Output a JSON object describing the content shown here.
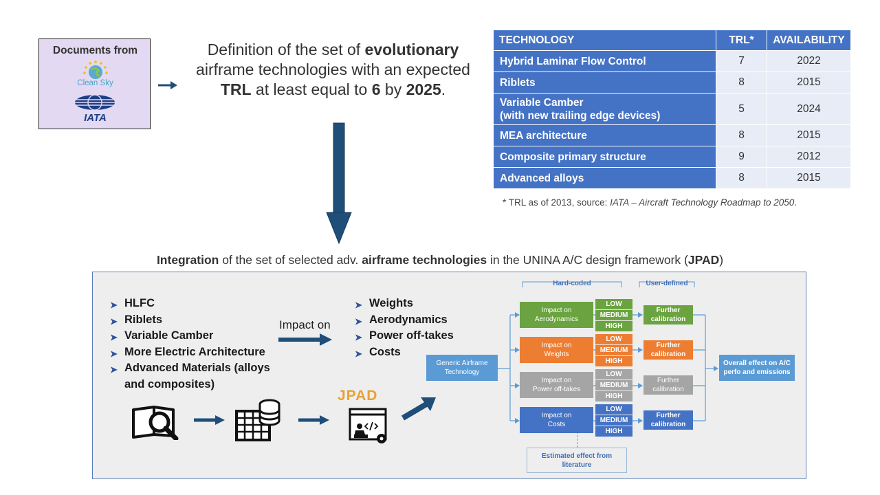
{
  "docs": {
    "title": "Documents from",
    "cleansky": "Clean Sky",
    "iata": "IATA"
  },
  "definition": {
    "line1_pre": "Definition of the set of ",
    "line1_bold": "evolutionary",
    "line2": "airframe technologies with an expected",
    "line3_b1": "TRL",
    "line3_m1": " at least equal to ",
    "line3_b2": "6",
    "line3_m2": " by ",
    "line3_b3": "2025",
    "line3_end": "."
  },
  "table": {
    "headers": [
      "TECHNOLOGY",
      "TRL*",
      "AVAILABILITY"
    ],
    "rows": [
      {
        "name": "Hybrid Laminar Flow Control",
        "name2": "",
        "trl": "7",
        "year": "2022"
      },
      {
        "name": "Riblets",
        "name2": "",
        "trl": "8",
        "year": "2015"
      },
      {
        "name": "Variable Camber",
        "name2": "(with new trailing edge devices)",
        "trl": "5",
        "year": "2024"
      },
      {
        "name": "MEA architecture",
        "name2": "",
        "trl": "8",
        "year": "2015"
      },
      {
        "name": "Composite primary structure",
        "name2": "",
        "trl": "9",
        "year": "2012"
      },
      {
        "name": "Advanced alloys",
        "name2": "",
        "trl": "8",
        "year": "2015"
      }
    ]
  },
  "footnote": {
    "pre": "* TRL as of 2013, source: ",
    "italic": "IATA – Aircraft Technology Roadmap to 2050",
    "end": "."
  },
  "integration": {
    "b1": "Integration",
    "m1": " of the set of selected adv. ",
    "b2": "airframe technologies",
    "m2": " in the UNINA A/C design framework (",
    "b3": "JPAD",
    "m3": ")"
  },
  "left_list": [
    "HLFC",
    "Riblets",
    "Variable Camber",
    "More Electric Architecture",
    "Advanced Materials (alloys",
    "and composites)"
  ],
  "impact_label": "Impact on",
  "right_list": [
    "Weights",
    "Aerodynamics",
    "Power off-takes",
    "Costs"
  ],
  "jpad_logo": "JPAD",
  "flow": {
    "hard_coded": "Hard-coded",
    "user_defined": "User-defined",
    "generic_l1": "Generic Airframe",
    "generic_l2": "Technology",
    "impacts": [
      {
        "l1": "Impact on",
        "l2": "Aerodynamics",
        "color": "#6aa33f"
      },
      {
        "l1": "Impact on",
        "l2": "Weights",
        "color": "#ed7d31"
      },
      {
        "l1": "Impact on",
        "l2": "Power off-takes",
        "color": "#a5a5a5"
      },
      {
        "l1": "Impact on",
        "l2": "Costs",
        "color": "#4472c4"
      }
    ],
    "levels": [
      "LOW",
      "MEDIUM",
      "HIGH"
    ],
    "further_l1": "Further",
    "further_l2": "calibration",
    "overall_l1": "Overall effect on A/C",
    "overall_l2": "perfo and emissions",
    "estimated_l1": "Estimated effect from",
    "estimated_l2": "literature",
    "accent": "#5b9bd5",
    "arrow_color": "#1f4e79"
  }
}
